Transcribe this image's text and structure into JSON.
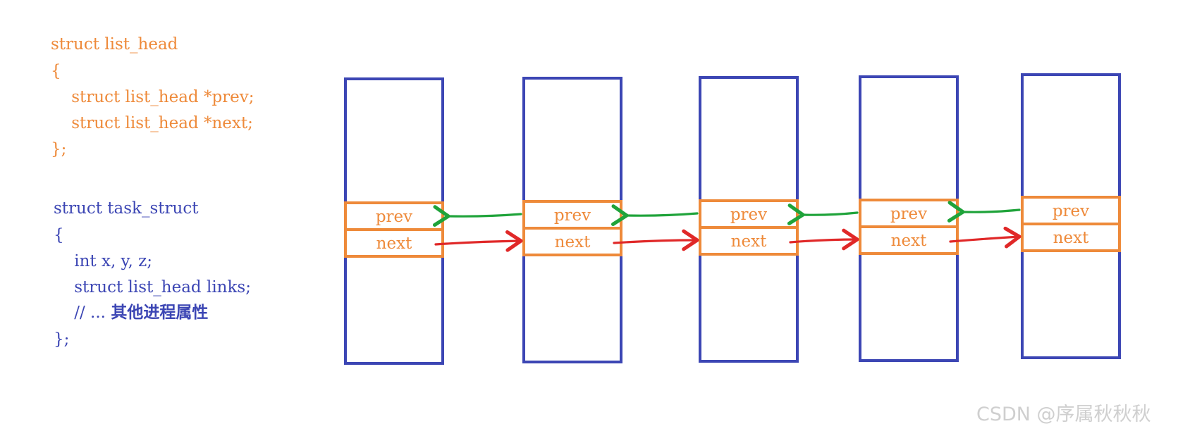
{
  "colors": {
    "orange": "#ee8a3a",
    "blue": "#3c46b4",
    "green": "#1fa33a",
    "red": "#e02828",
    "watermark": "#cfcfcf"
  },
  "list_head_code": [
    "struct list_head",
    "{",
    "    struct list_head *prev;",
    "    struct list_head *next;",
    "};"
  ],
  "task_struct_code": [
    "struct task_struct",
    "{",
    "    int x, y, z;",
    "    struct list_head links;",
    "    // ... ",
    "};"
  ],
  "task_struct_comment_cjk": "其他进程属性",
  "diagram": {
    "nodes": [
      {
        "prev_label": "prev",
        "next_label": "next"
      },
      {
        "prev_label": "prev",
        "next_label": "next"
      },
      {
        "prev_label": "prev",
        "next_label": "next"
      },
      {
        "prev_label": "prev",
        "next_label": "next"
      },
      {
        "prev_label": "prev",
        "next_label": "next"
      }
    ],
    "prev_arrows": 4,
    "next_arrows": 4
  },
  "watermark": "CSDN @序属秋秋秋"
}
